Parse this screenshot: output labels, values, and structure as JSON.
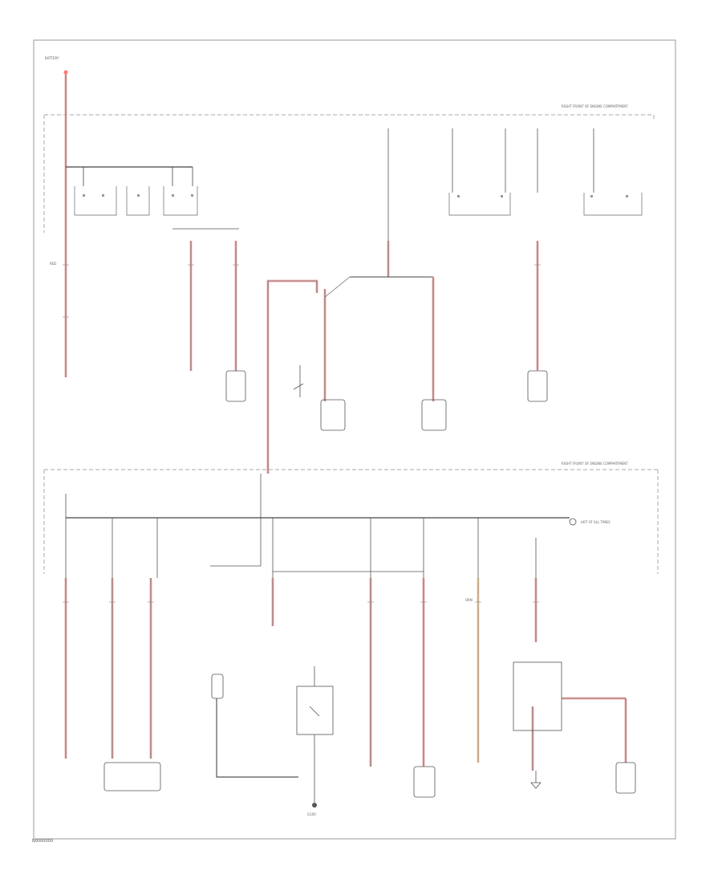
{
  "footer_code": "N0000000",
  "legend_label": "HOT AT ALL TIMES",
  "top_section_label": "RIGHT FRONT OF ENGINE COMPARTMENT",
  "mid_section_label": "RIGHT FRONT OF ENGINE COMPARTMENT",
  "battery_label": "BATTERY",
  "ground_label": "G100",
  "wire_red": "RED",
  "wire_orn": "ORN",
  "colors": {
    "power_wire": "#f4b4b4",
    "ignition_wire": "#f6d6ad",
    "line": "#444444",
    "frame": "#888888"
  }
}
